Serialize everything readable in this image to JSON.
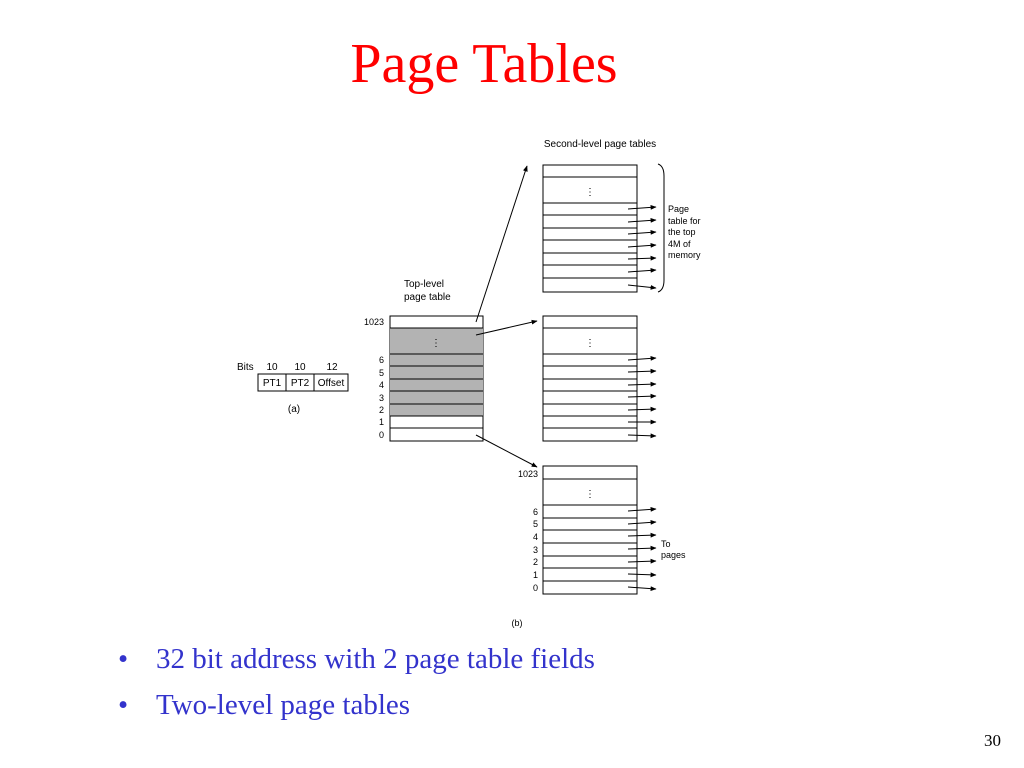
{
  "slide": {
    "title": "Page Tables",
    "page_number": "30",
    "bullets": [
      "32 bit address with 2 page table fields",
      "Two-level page tables"
    ],
    "bullet_symbol": "•"
  },
  "figure": {
    "address_format": {
      "bits_label": "Bits",
      "fields": [
        {
          "bits": "10",
          "name": "PT1"
        },
        {
          "bits": "10",
          "name": "PT2"
        },
        {
          "bits": "12",
          "name": "Offset"
        }
      ],
      "caption": "(a)"
    },
    "top_level": {
      "label_line1": "Top-level",
      "label_line2": "page table",
      "top_index": "1023",
      "indices": [
        "6",
        "5",
        "4",
        "3",
        "2",
        "1",
        "0"
      ]
    },
    "second_level": {
      "label": "Second-level page tables",
      "first_table_note": [
        "Page",
        "table for",
        "the top",
        "4M of",
        "memory"
      ],
      "third_table_top_index": "1023",
      "third_table_indices": [
        "6",
        "5",
        "4",
        "3",
        "2",
        "1",
        "0"
      ],
      "to_pages": [
        "To",
        "pages"
      ]
    },
    "ellipsis": "⋮",
    "caption_b": "(b)"
  },
  "colors": {
    "title": "#ff0000",
    "bullets": "#3333cc",
    "shaded_entry": "#b3b3b3"
  }
}
